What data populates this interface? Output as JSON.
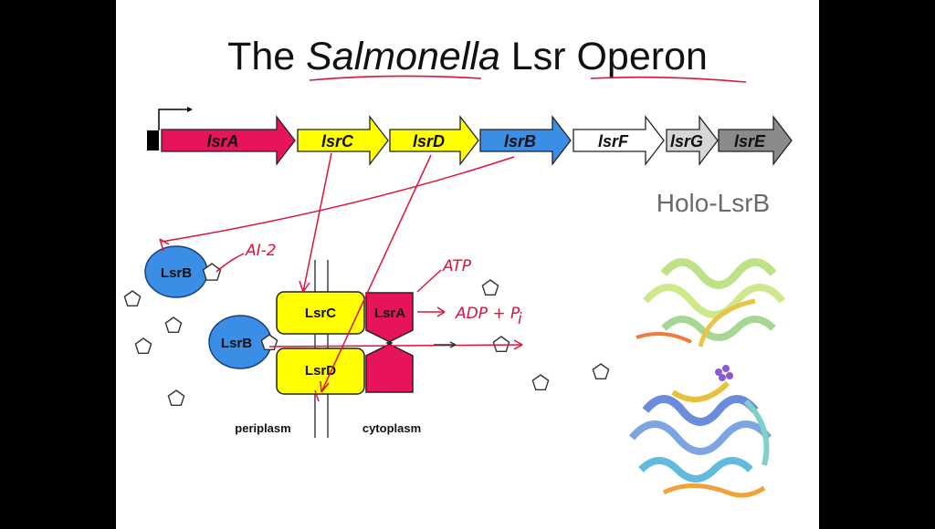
{
  "title": {
    "prefix": "The ",
    "italic": "Salmonella",
    "suffix": " Lsr Operon"
  },
  "operon_genes": [
    "lsrA",
    "lsrC",
    "lsrD",
    "lsrB",
    "lsrF",
    "lsrG",
    "lsrE"
  ],
  "gene_colors": {
    "lsrA": "#e8145a",
    "lsrC": "#ffff00",
    "lsrD": "#ffff00",
    "lsrB": "#3a8ee6",
    "lsrF": "#ffffff",
    "lsrG": "#d6d6d6",
    "lsrE": "#8a8a8a"
  },
  "proteins": {
    "lsrB_top": "LsrB",
    "lsrB_bottom": "LsrB",
    "lsrC": "LsrC",
    "lsrD": "LsrD",
    "lsrA": "LsrA"
  },
  "regions": {
    "periplasm": "periplasm",
    "cytoplasm": "cytoplasm"
  },
  "structure_label": "Holo-LsrB",
  "handwritten": {
    "ai2": "AI-2",
    "atp": "ATP",
    "adp": "ADP + P",
    "adp_sub": "i"
  }
}
